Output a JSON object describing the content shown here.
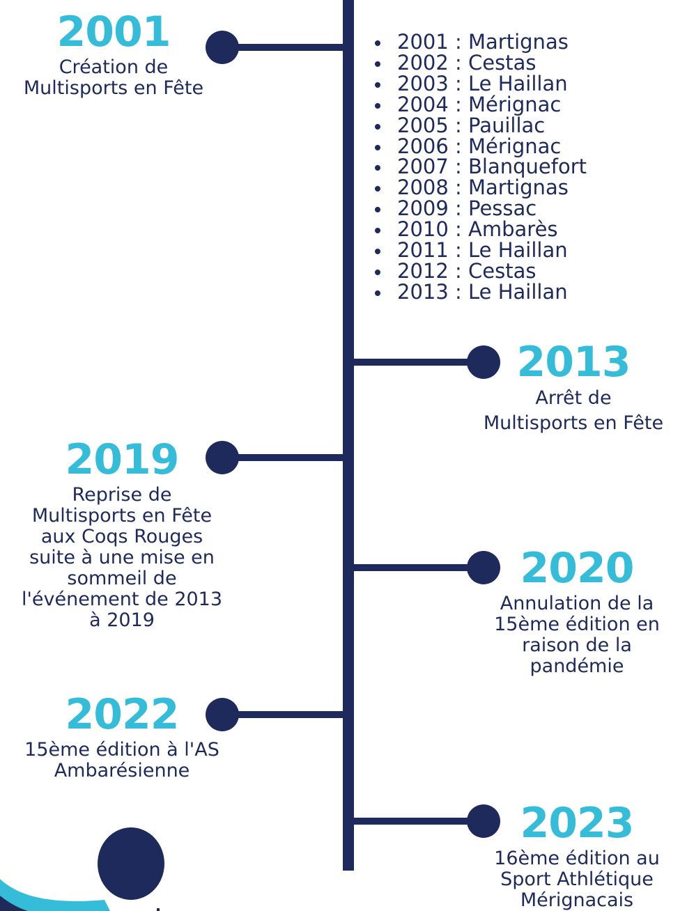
{
  "colors": {
    "navy": "#1f2a5c",
    "accent": "#35bcd8"
  },
  "hosts": [
    "2001 : Martignas",
    "2002 : Cestas",
    "2003 : Le Haillan",
    "2004 : Mérignac",
    "2005 : Pauillac",
    "2006 : Mérignac",
    "2007 : Blanquefort",
    "2008 : Martignas",
    "2009 : Pessac",
    "2010 : Ambarès",
    "2011 : Le Haillan",
    "2012 : Cestas",
    "2013 : Le Haillan"
  ],
  "events": [
    {
      "year": "2001",
      "lines": [
        "Création de",
        "Multisports en Fête"
      ]
    },
    {
      "year": "2013",
      "lines": [
        "Arrêt de",
        "Multisports en Fête"
      ]
    },
    {
      "year": "2019",
      "lines": [
        "Reprise de",
        "Multisports en Fête",
        "aux Coqs Rouges",
        "suite à une mise en",
        "sommeil de",
        "l'événement de 2013",
        "à 2019"
      ]
    },
    {
      "year": "2020",
      "lines": [
        "Annulation de la",
        "15ème édition en",
        "raison de la",
        "pandémie"
      ]
    },
    {
      "year": "2022",
      "lines": [
        "15ème édition à l'AS",
        "Ambarésienne"
      ]
    },
    {
      "year": "2023",
      "lines": [
        "16ème édition au",
        "Sport Athlétique",
        "Mérignacais"
      ]
    }
  ]
}
